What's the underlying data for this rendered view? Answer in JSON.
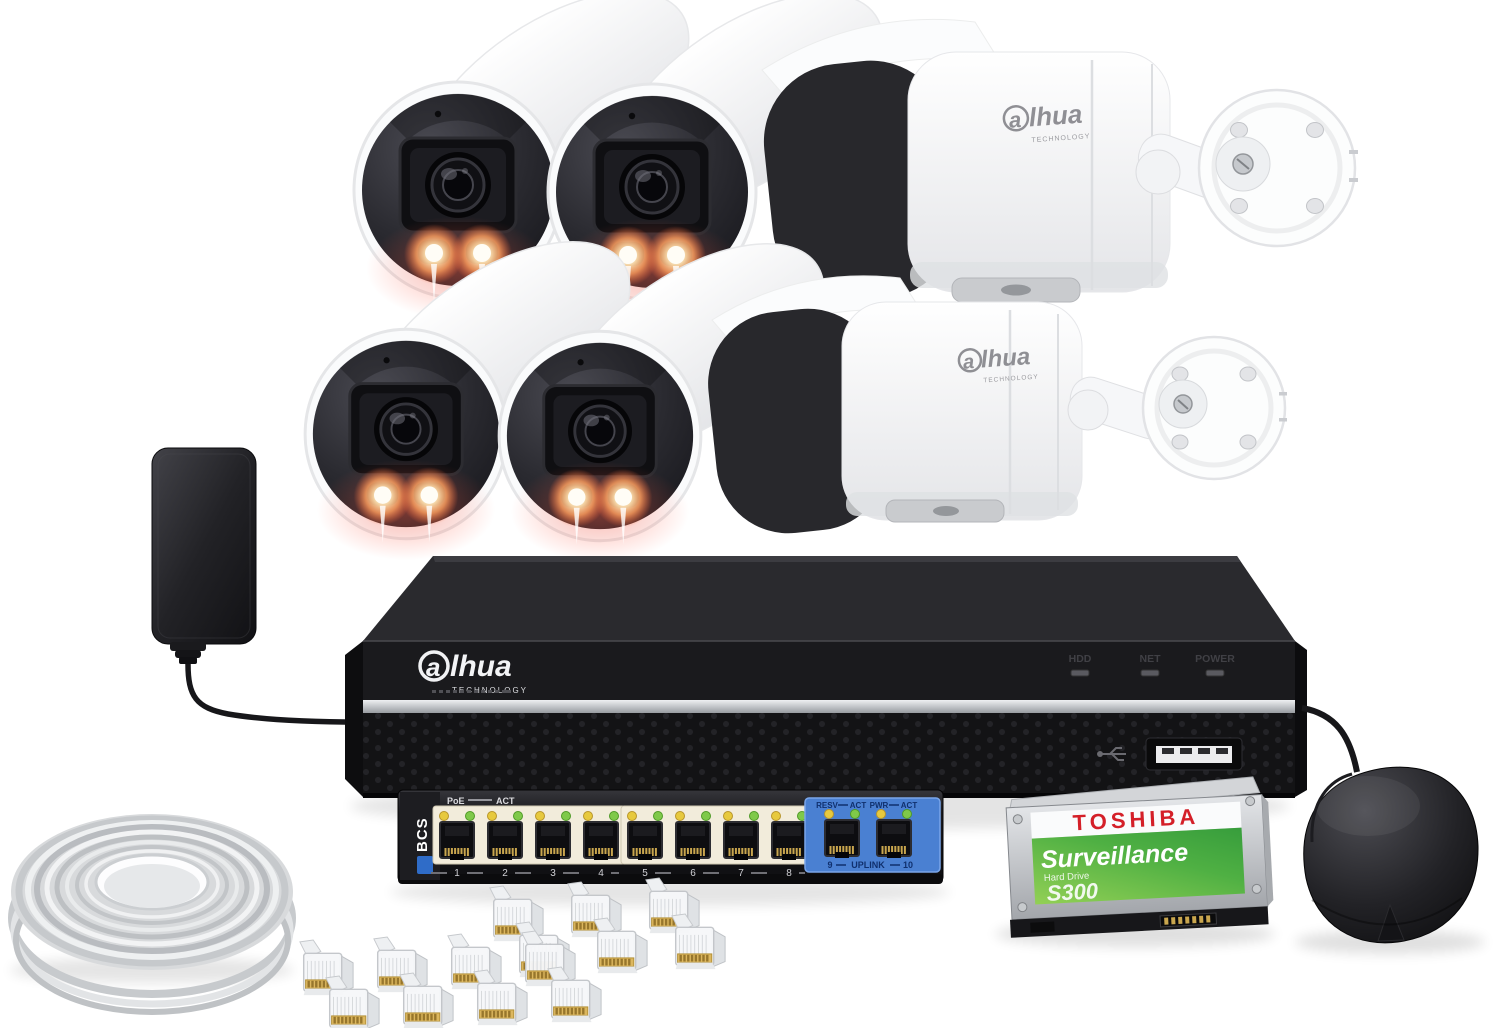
{
  "brand": {
    "logo_first": "a",
    "logo_rest": "lhua",
    "logo_sub": "TECHNOLOGY"
  },
  "nvr": {
    "leds": {
      "hdd": "HDD",
      "net": "NET",
      "power": "POWER"
    }
  },
  "switch": {
    "brand": "BCS",
    "poe": "PoE",
    "act": "ACT",
    "ports": [
      "1",
      "2",
      "3",
      "4",
      "5",
      "6",
      "7",
      "8"
    ],
    "uplink": {
      "resv": "RESV",
      "act1": "ACT",
      "pwr": "PWR",
      "act2": "ACT",
      "n9": "9",
      "label": "UPLINK",
      "n10": "10"
    }
  },
  "hdd": {
    "brand": "TOSHIBA",
    "series": "Surveillance",
    "subtitle": "Hard Drive",
    "model": "S300"
  },
  "colors": {
    "toshiba_red": "#d41f28",
    "hdd_green": "#4caf3f",
    "uplink_blue": "#4a80d2",
    "led_warm": "#ffa45e",
    "camera_white": "#f7f8fa",
    "chassis_black": "#141417",
    "logo_gray": "#8f8f94"
  },
  "icons": {
    "usb_port": "usb-icon",
    "camera_lens": "camera-lens-icon"
  }
}
